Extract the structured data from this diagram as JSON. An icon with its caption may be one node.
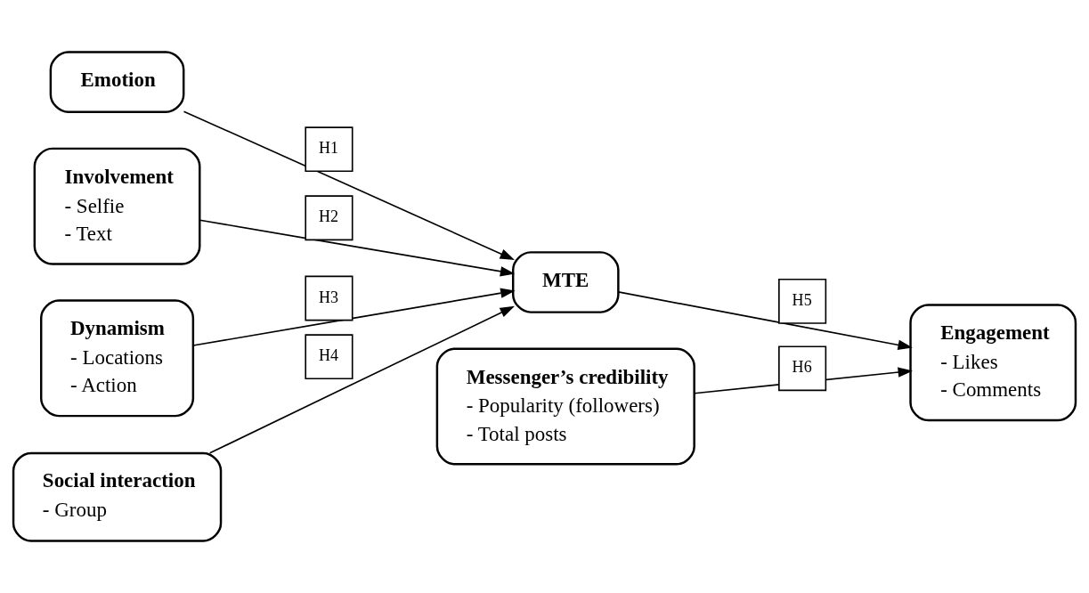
{
  "diagram": {
    "nodes": [
      {
        "text": [
          "Emotion"
        ]
      },
      {
        "text": [
          "Involvement",
          "- Selfie",
          "- Text"
        ]
      },
      {
        "text": [
          "Dynamism",
          "- Locations",
          "- Action"
        ]
      },
      {
        "text": [
          "Social interaction",
          "- Group"
        ]
      },
      {
        "text": [
          "Messenger’s credibility",
          "- Popularity (followers)",
          "- Total posts"
        ]
      },
      {
        "text": [
          "MTE"
        ]
      },
      {
        "text": [
          "Engagement",
          "- Likes",
          "- Comments"
        ]
      }
    ],
    "edges": [
      {
        "from": 0,
        "to": 5,
        "arrow": "to",
        "label": "H1"
      },
      {
        "from": 1,
        "to": 5,
        "arrow": "to",
        "label": "H2"
      },
      {
        "from": 2,
        "to": 5,
        "arrow": "to",
        "label": "H3"
      },
      {
        "from": 3,
        "to": 5,
        "arrow": "to",
        "label": "H4"
      },
      {
        "from": 5,
        "to": 6,
        "arrow": "to",
        "label": "H5"
      },
      {
        "from": 4,
        "to": 6,
        "arrow": "to",
        "label": "H6"
      }
    ]
  }
}
